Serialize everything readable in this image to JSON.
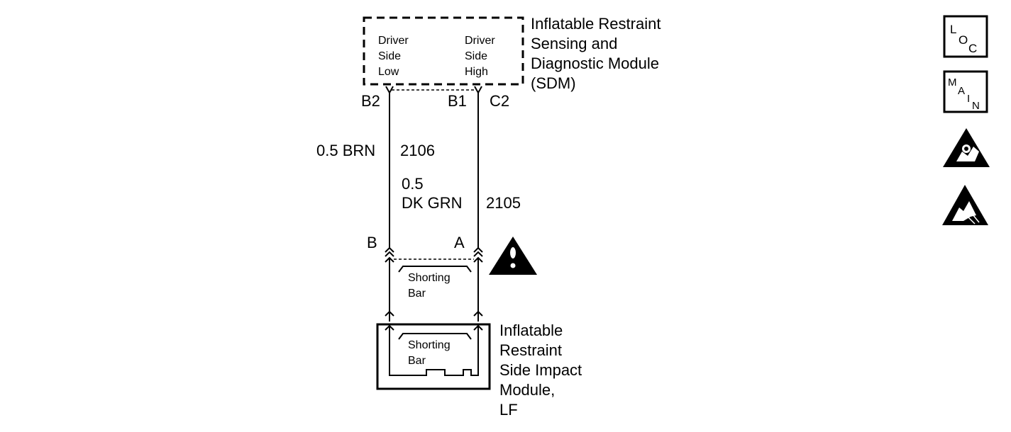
{
  "sdm": {
    "title_lines": [
      "Inflatable Restraint",
      "Sensing and",
      "Diagnostic Module",
      "(SDM)"
    ],
    "left_terminal_lines": [
      "Driver",
      "Side",
      "Low"
    ],
    "right_terminal_lines": [
      "Driver",
      "Side",
      "High"
    ],
    "pins": {
      "b2": "B2",
      "b1": "B1",
      "c2": "C2"
    }
  },
  "wires": {
    "brown": {
      "gauge_color": "0.5 BRN",
      "circuit": "2106"
    },
    "green": {
      "gauge": "0.5",
      "color": "DK GRN",
      "circuit": "2105"
    }
  },
  "connector": {
    "pins": {
      "b": "B",
      "a": "A"
    },
    "shorting_bar_lines": [
      "Shorting",
      "Bar"
    ]
  },
  "side_impact_module": {
    "title_lines": [
      "Inflatable",
      "Restraint",
      "Side Impact",
      "Module,",
      "LF"
    ],
    "shorting_bar_lines": [
      "Shorting",
      "Bar"
    ]
  },
  "icons": {
    "loc": {
      "name": "loc-icon",
      "letters": [
        "L",
        "O",
        "C"
      ]
    },
    "main": {
      "name": "main-icon",
      "letters": [
        "M",
        "A",
        "I",
        "N"
      ]
    },
    "caution": "caution-icon",
    "airbag": "airbag-warning-icon",
    "esd": "esd-warning-icon"
  },
  "colors": {
    "line": "#000000",
    "background": "#ffffff"
  }
}
